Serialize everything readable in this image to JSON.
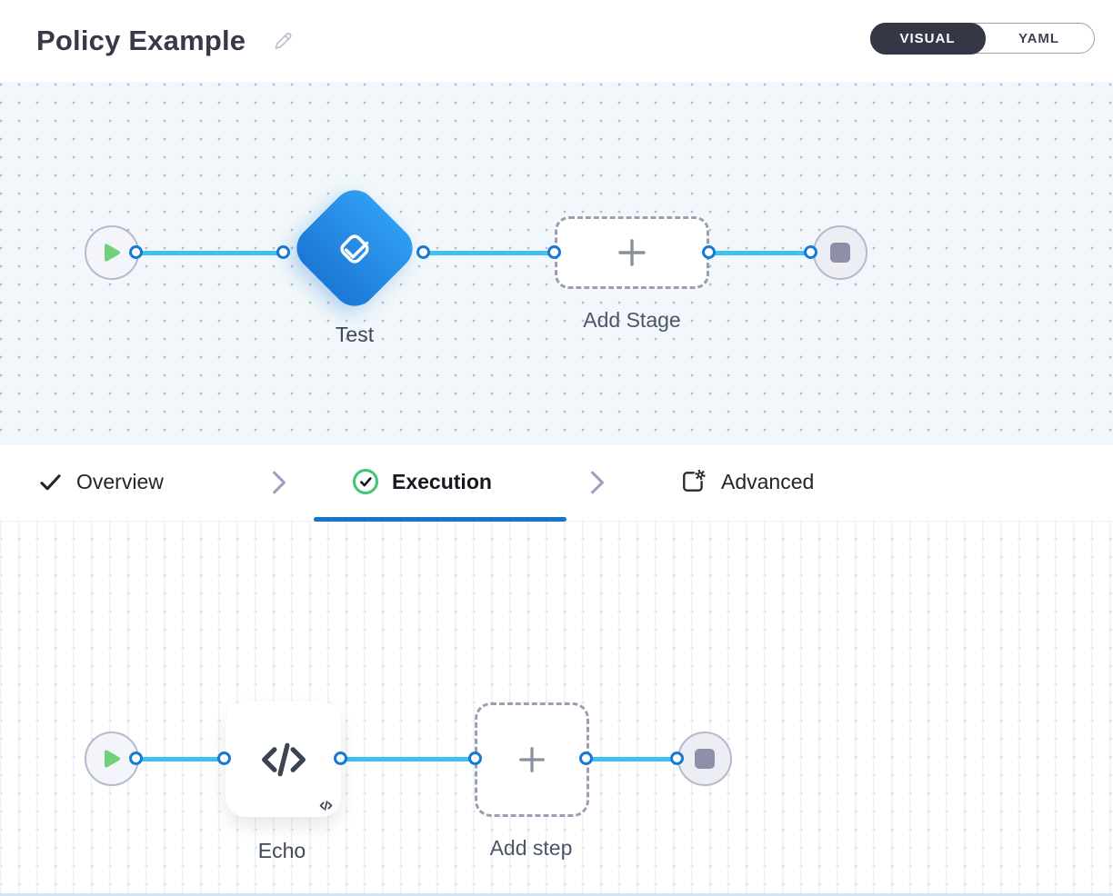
{
  "header": {
    "title": "Policy Example",
    "toggle": {
      "visual": "VISUAL",
      "yaml": "YAML",
      "selected": "VISUAL"
    }
  },
  "top_canvas": {
    "stage_label": "Test",
    "add_stage_label": "Add Stage"
  },
  "tab_bar": {
    "overview": "Overview",
    "execution": "Execution",
    "advanced": "Advanced",
    "active_tab": "Execution"
  },
  "bottom_canvas": {
    "step_label": "Echo",
    "add_step_label": "Add step"
  },
  "icons": {
    "edit": "pencil-icon",
    "overview": "check-icon",
    "execution": "check-circle-icon",
    "advanced": "panel-gear-icon",
    "stage": "approval-check-icon",
    "step": "code-icon",
    "start": "play-icon",
    "end": "stop-icon",
    "add": "plus-icon"
  },
  "colors": {
    "accent_blue": "#1375cf",
    "edge_blue": "#3fc0f1",
    "port_blue": "#1779d2",
    "diamond_gradient_top": "#2f9ef2",
    "diamond_gradient_bottom": "#1c77d6",
    "success_green": "#3fc673",
    "play_green": "#71d17b",
    "toggle_dark": "#353747",
    "canvas_top_bg": "#f1f7fa",
    "dashed_border": "#9aa0b2"
  }
}
